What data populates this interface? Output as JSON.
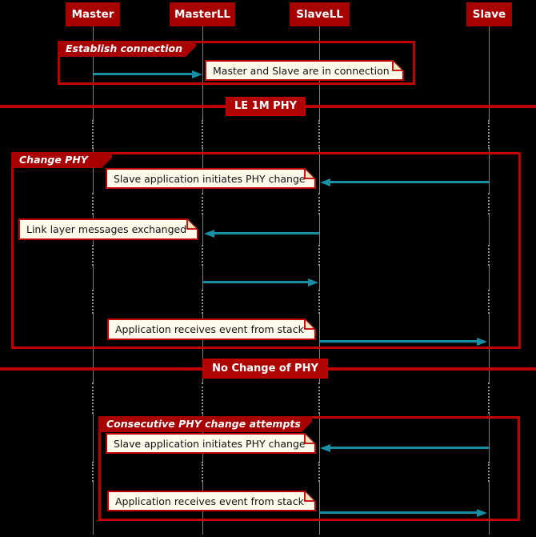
{
  "participants": [
    {
      "label": "Master"
    },
    {
      "label": "MasterLL"
    },
    {
      "label": "SlaveLL"
    },
    {
      "label": "Slave"
    }
  ],
  "groups": [
    {
      "label": "Establish connection"
    },
    {
      "label": "Change PHY"
    },
    {
      "label": "Consecutive PHY change attempts"
    }
  ],
  "dividers": [
    {
      "label": "LE 1M PHY"
    },
    {
      "label": "No Change of PHY"
    }
  ],
  "notes": [
    {
      "text": "Master and Slave are in connection"
    },
    {
      "text": "Slave application initiates PHY change"
    },
    {
      "text": "Link layer messages exchanged"
    },
    {
      "text": "Application receives event from stack"
    },
    {
      "text": "Slave application initiates PHY change"
    },
    {
      "text": "Application receives event from stack"
    }
  ],
  "messages": [
    {
      "from": "Master",
      "to": "MasterLL"
    },
    {
      "from": "Slave",
      "to": "SlaveLL"
    },
    {
      "from": "SlaveLL",
      "to": "MasterLL"
    },
    {
      "from": "MasterLL",
      "to": "SlaveLL"
    },
    {
      "from": "SlaveLL",
      "to": "Slave"
    },
    {
      "from": "Slave",
      "to": "SlaveLL"
    },
    {
      "from": "SlaveLL",
      "to": "Slave"
    }
  ],
  "colors": {
    "background": "#000000",
    "participant_fill": "#a80000",
    "frame_red": "#c00000",
    "note_fill": "#fdfaea",
    "arrow_teal": "#178ea3",
    "lifeline_gray": "#7d7d7d",
    "text_light": "#ffffff",
    "text_dark": "#121212"
  }
}
